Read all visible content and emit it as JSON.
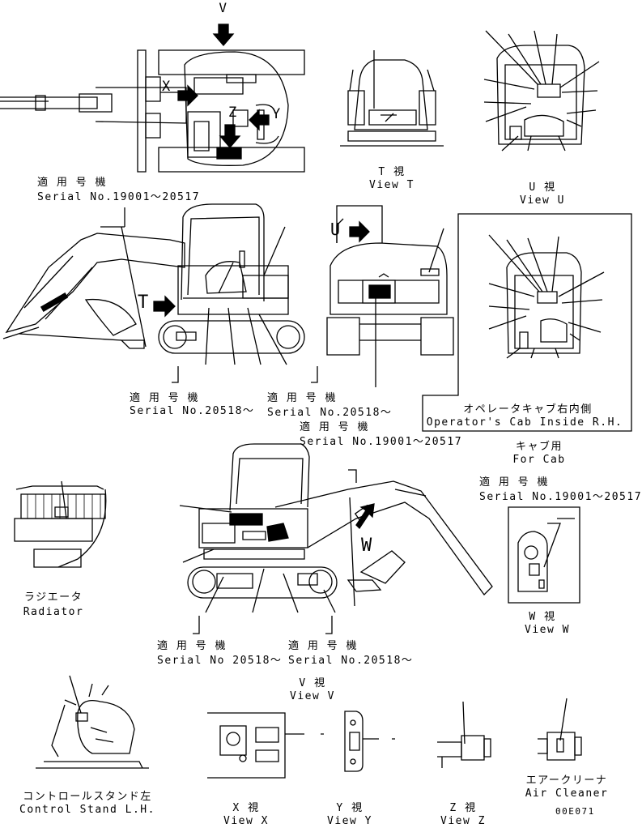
{
  "views": {
    "v_letter": "V",
    "t": {
      "jp": "T 視",
      "en": "View T"
    },
    "u": {
      "jp": "U 視",
      "en": "View U"
    },
    "v": {
      "jp": "V 視",
      "en": "View V"
    },
    "w": {
      "jp": "W 視",
      "en": "View W"
    },
    "x": {
      "jp": "X 視",
      "en": "View X"
    },
    "y": {
      "jp": "Y 視",
      "en": "View Y"
    },
    "z": {
      "jp": "Z 視",
      "en": "View Z"
    }
  },
  "serials": {
    "s1": {
      "jp": "適 用 号 機",
      "en": "Serial No.19001～20517"
    },
    "s2": {
      "jp": "適 用 号 機",
      "en": "Serial No.20518～"
    },
    "s3": {
      "jp": "適 用 号 機",
      "en": "Serial No.20518～"
    },
    "s4": {
      "jp": "適 用 号 機",
      "en": "Serial No.19001～20517"
    },
    "s5": {
      "jp": "適 用 号 機",
      "en": "Serial No.19001～20517"
    },
    "s6": {
      "jp": "適 用 号 機",
      "en": "Serial No 20518～"
    },
    "s7": {
      "jp": "適 用 号 機",
      "en": "Serial No.20518～"
    }
  },
  "cab_inside": {
    "jp": "オペレータキャブ右内側",
    "en": "Operator's Cab Inside R.H."
  },
  "for_cab": {
    "jp": "キャブ用",
    "en": "For Cab"
  },
  "radiator": {
    "jp": "ラジエータ",
    "en": "Radiator"
  },
  "control_stand": {
    "jp": "コントロールスタンド左",
    "en": "Control Stand L.H."
  },
  "air_cleaner": {
    "jp": "エアークリーナ",
    "en": "Air Cleaner"
  },
  "drawing_number": "00E071",
  "callouts": {
    "x": "X",
    "y": "Y",
    "z": "Z",
    "t": "T",
    "u": "U",
    "w": "W"
  }
}
